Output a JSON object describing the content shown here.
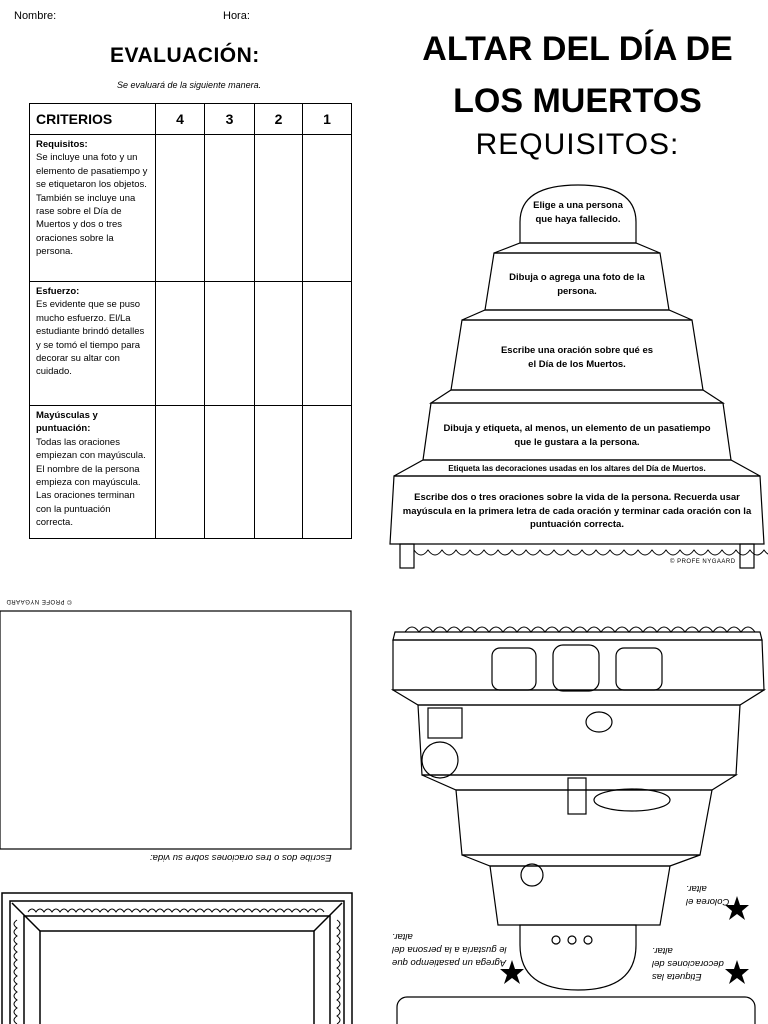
{
  "header": {
    "name_label": "Nombre:",
    "time_label": "Hora:"
  },
  "evaluation": {
    "title": "EVALUACIÓN:",
    "subtitle": "Se evaluará de la siguiente manera.",
    "columns": [
      "CRITERIOS",
      "4",
      "3",
      "2",
      "1"
    ],
    "criteria": [
      {
        "title": "Requisitos:",
        "text": "Se incluye una foto y un elemento de pasatiempo y se etiquetaron los objetos. También se incluye una rase sobre el Día de Muertos y dos o tres oraciones sobre la persona."
      },
      {
        "title": "Esfuerzo:",
        "text": "Es evidente que se puso mucho esfuerzo. El/La estudiante brindó detalles y se tomó el tiempo para decorar su altar con cuidado."
      },
      {
        "title": "Mayúsculas y puntuación:",
        "text": "Todas las oraciones empiezan con mayúscula. El nombre de la persona empieza con mayúscula. Las oraciones terminan con la puntuación correcta."
      }
    ]
  },
  "altar": {
    "title_line1": "ALTAR DEL DÍA DE",
    "title_line2": "LOS MUERTOS",
    "requirements_title": "REQUISITOS:",
    "tiers": [
      "Elige a una persona que haya fallecido.",
      "Dibuja o agrega una foto de la persona.",
      "Escribe una oración sobre qué es el Día de los Muertos.",
      "Dibuja y etiqueta, al menos, un elemento de un pasatiempo que le gustara a la persona.",
      "Etiqueta las decoraciones usadas en los altares del Día de Muertos.",
      "Escribe dos o tres oraciones sobre la vida de la persona. Recuerda usar mayúscula en la primera letra de cada oración y terminar cada oración con la puntuación correcta."
    ],
    "credit": "© PROFE NYGAARD"
  },
  "bottom_left": {
    "credit": "© PROFE NYGAARD",
    "write_prompt": "Escribe dos o tres oraciones sobre su vida:"
  },
  "bottom_right": {
    "colorea": "Colorea el altar.",
    "etiqueta": "Etiqueta las decoraciones del altar.",
    "agrega": "Agrega un pasatiempo que le gustaría a la persona del altar."
  }
}
